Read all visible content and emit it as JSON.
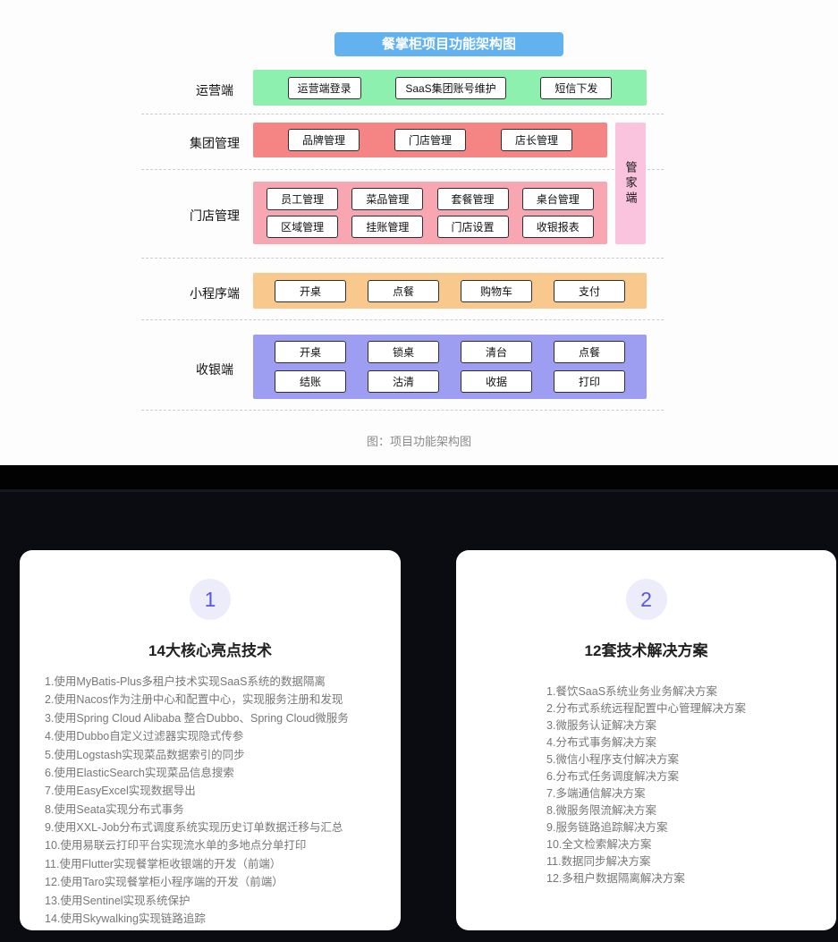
{
  "diagram": {
    "title": "餐掌柜项目功能架构图",
    "caption": "图：项目功能架构图",
    "rows": [
      {
        "label": "运营端",
        "buttons": [
          "运营端登录",
          "SaaS集团账号维护",
          "短信下发"
        ]
      },
      {
        "label": "集团管理",
        "buttons": [
          "品牌管理",
          "门店管理",
          "店长管理"
        ]
      },
      {
        "label": "门店管理",
        "buttons": [
          "员工管理",
          "菜品管理",
          "套餐管理",
          "桌台管理",
          "区域管理",
          "挂账管理",
          "门店设置",
          "收银报表"
        ]
      },
      {
        "label": "小程序端",
        "buttons": [
          "开桌",
          "点餐",
          "购物车",
          "支付"
        ]
      },
      {
        "label": "收银端",
        "buttons": [
          "开桌",
          "锁桌",
          "清台",
          "点餐",
          "结账",
          "沽清",
          "收据",
          "打印"
        ]
      }
    ],
    "side_band": {
      "label": "管家端"
    },
    "colors": {
      "title_bg": "#62B2F0",
      "row_operations": "#8DF0AE",
      "row_group": "#F58585",
      "row_store": "#F7A6B2",
      "side_band": "#FAC4DE",
      "row_miniprogram": "#F8C88C",
      "row_cashier": "#9D9DF2"
    }
  },
  "cards": [
    {
      "number": "1",
      "title": "14大核心亮点技术",
      "items": [
        "1.使用MyBatis-Plus多租户技术实现SaaS系统的数据隔离",
        "2.使用Nacos作为注册中心和配置中心，实现服务注册和发现",
        "3.使用Spring Cloud Alibaba 整合Dubbo、Spring Cloud微服务",
        "4.使用Dubbo自定义过滤器实现隐式传参",
        "5.使用Logstash实现菜品数据索引的同步",
        "6.使用ElasticSearch实现菜品信息搜索",
        "7.使用EasyExcel实现数据导出",
        "8.使用Seata实现分布式事务",
        "9.使用XXL-Job分布式调度系统实现历史订单数据迁移与汇总",
        "10.使用易联云打印平台实现流水单的多地点分单打印",
        "11.使用Flutter实现餐掌柜收银端的开发（前端）",
        "12.使用Taro实现餐掌柜小程序端的开发（前端）",
        "13.使用Sentinel实现系统保护",
        "14.使用Skywalking实现链路追踪"
      ]
    },
    {
      "number": "2",
      "title": "12套技术解决方案",
      "items": [
        "1.餐饮SaaS系统业务业务解决方案",
        "2.分布式系统远程配置中心管理解决方案",
        "3.微服务认证解决方案",
        "4.分布式事务解决方案",
        "5.微信小程序支付解决方案",
        "6.分布式任务调度解决方案",
        "7.多端通信解决方案",
        "8.微服务限流解决方案",
        "9.服务链路追踪解决方案",
        "10.全文检索解决方案",
        "11.数据同步解决方案",
        "12.多租户数据隔离解决方案"
      ]
    }
  ]
}
